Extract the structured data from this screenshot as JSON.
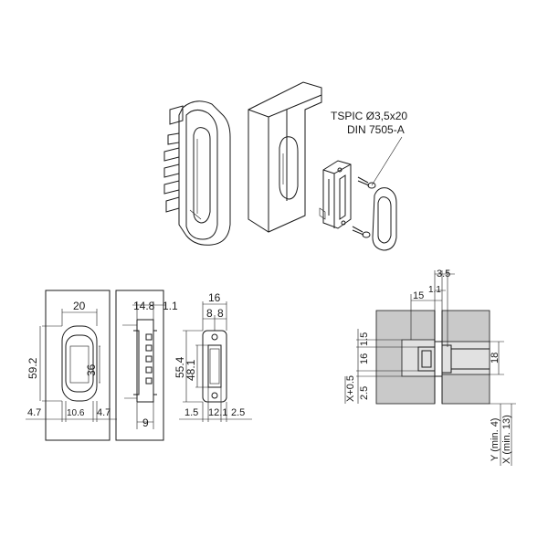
{
  "colors": {
    "line": "#1a1a1a",
    "wall": "#c9c9c9",
    "wall_light": "#e1e1e1",
    "background": "#ffffff"
  },
  "screw_label": {
    "line1": "TSPIC Ø3,5x20",
    "line2": "DIN 7505-A"
  },
  "front_view": {
    "width": "20",
    "height": "59.2",
    "slot_height": "36",
    "left_margin": "4.7",
    "slot_width": "10.6",
    "right_margin": "4.7"
  },
  "side_view": {
    "flange": "14.8",
    "flange_thickness": "1.1",
    "bottom": "9"
  },
  "insert_view": {
    "width": "16",
    "left_half": "8",
    "right_half": "8",
    "height": "55.4",
    "inner_height": "48.1",
    "left_gap": "1.5",
    "inner_width": "12.1",
    "right_gap": "2.5"
  },
  "section_view": {
    "top_offset": "3.5",
    "top_gap": "1.1",
    "depth": "15",
    "top_margin": "1.5",
    "center_height": "16",
    "total_height": "18",
    "x_label": "X+0.5",
    "bottom_margin": "2.5",
    "y_label": "Y (min. 4)",
    "x_min_label": "X (min. 13)"
  }
}
